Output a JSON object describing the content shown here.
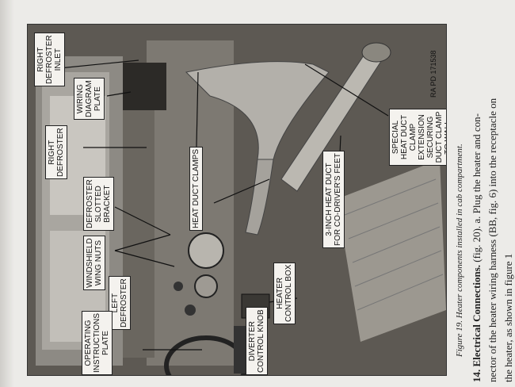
{
  "figure": {
    "ra_code": "RA PD 171538",
    "labels": {
      "right_defroster_inlet": "RIGHT\nDEFROSTER\nINLET",
      "wiring_diagram_plate": "WIRING\nDIAGRAM\nPLATE",
      "right_defroster": "RIGHT\nDEFROSTER",
      "defroster_slotted_bracket": "DEFROSTER\nSLOTTED\nBRACKET",
      "windshield_wing_nuts": "WINDSHIELD\nWING NUTS",
      "left_defroster": "LEFT\nDEFROSTER",
      "operating_instructions_plate": "OPERATING\nINSTRUCTIONS\nPLATE",
      "heat_duct_clamps": "HEAT DUCT CLAMPS",
      "diverter_control_knob": "DIVERTER\nCONTROL KNOB",
      "heater_control_box": "HEATER\nCONTROL BOX",
      "three_inch_heat_duct": "3-INCH HEAT DUCT\nFOR CO-DRIVER'S FEET",
      "special_heat_duct_clamp": "SPECIAL HEAT DUCT\nCLAMP EXTENSION\nSECURING DUCT CLAMP\nTO WALL"
    },
    "caption": "Figure 19.  Heater components installed in cab compartment."
  },
  "body": {
    "line1_heading": "14. Electrical Connections.",
    "line1_rest": "(fig. 20).   a.  Plug the heater and con-",
    "line2": "nector of the heater wiring harness (BB, fig. 6) into the receptacle on",
    "line3": "the heater, as shown in figure 1"
  }
}
